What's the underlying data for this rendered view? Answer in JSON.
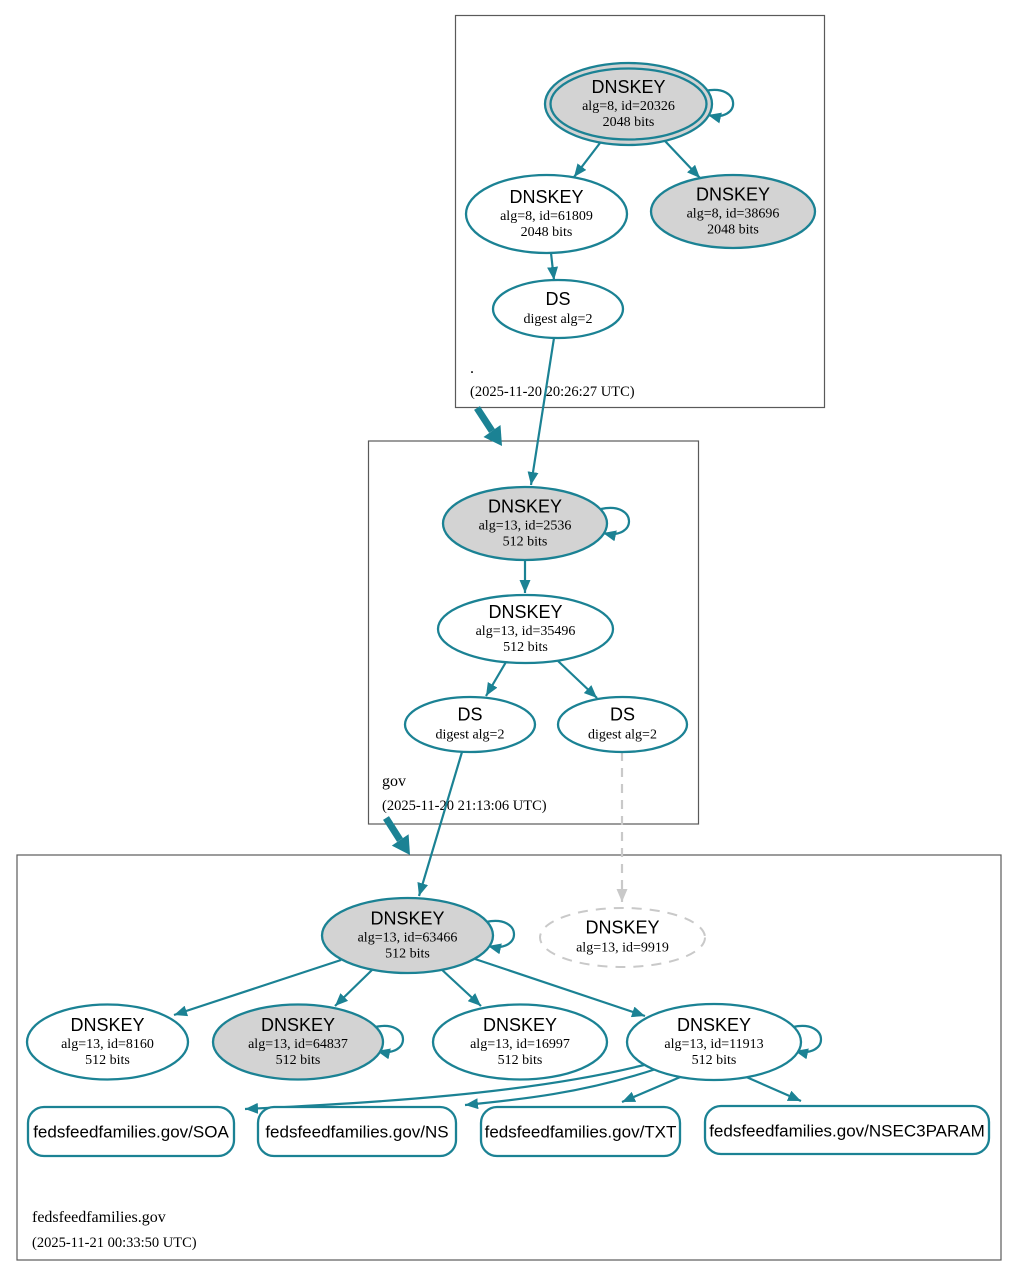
{
  "zones": [
    {
      "label": ".",
      "timestamp": "(2025-11-20 20:26:27 UTC)"
    },
    {
      "label": "gov",
      "timestamp": "(2025-11-20 21:13:06 UTC)"
    },
    {
      "label": "fedsfeedfamilies.gov",
      "timestamp": "(2025-11-21 00:33:50 UTC)"
    }
  ],
  "nodes": [
    {
      "title": "DNSKEY",
      "detail": "alg=8, id=20326",
      "bits": "2048 bits"
    },
    {
      "title": "DNSKEY",
      "detail": "alg=8, id=61809",
      "bits": "2048 bits"
    },
    {
      "title": "DNSKEY",
      "detail": "alg=8, id=38696",
      "bits": "2048 bits"
    },
    {
      "title": "DS",
      "detail": "digest alg=2",
      "bits": ""
    },
    {
      "title": "DNSKEY",
      "detail": "alg=13, id=2536",
      "bits": "512 bits"
    },
    {
      "title": "DNSKEY",
      "detail": "alg=13, id=35496",
      "bits": "512 bits"
    },
    {
      "title": "DS",
      "detail": "digest alg=2",
      "bits": ""
    },
    {
      "title": "DS",
      "detail": "digest alg=2",
      "bits": ""
    },
    {
      "title": "DNSKEY",
      "detail": "alg=13, id=63466",
      "bits": "512 bits"
    },
    {
      "title": "DNSKEY",
      "detail": "alg=13, id=9919",
      "bits": ""
    },
    {
      "title": "DNSKEY",
      "detail": "alg=13, id=8160",
      "bits": "512 bits"
    },
    {
      "title": "DNSKEY",
      "detail": "alg=13, id=64837",
      "bits": "512 bits"
    },
    {
      "title": "DNSKEY",
      "detail": "alg=13, id=16997",
      "bits": "512 bits"
    },
    {
      "title": "DNSKEY",
      "detail": "alg=13, id=11913",
      "bits": "512 bits"
    }
  ],
  "rrsets": [
    {
      "label": "fedsfeedfamilies.gov/SOA"
    },
    {
      "label": "fedsfeedfamilies.gov/NS"
    },
    {
      "label": "fedsfeedfamilies.gov/TXT"
    },
    {
      "label": "fedsfeedfamilies.gov/NSEC3PARAM"
    }
  ],
  "colors": {
    "secure": "#1b8294",
    "warning_gray": "#c9c9c9",
    "ksk_fill": "#d3d3d3",
    "box_border": "#5a5a5a"
  }
}
